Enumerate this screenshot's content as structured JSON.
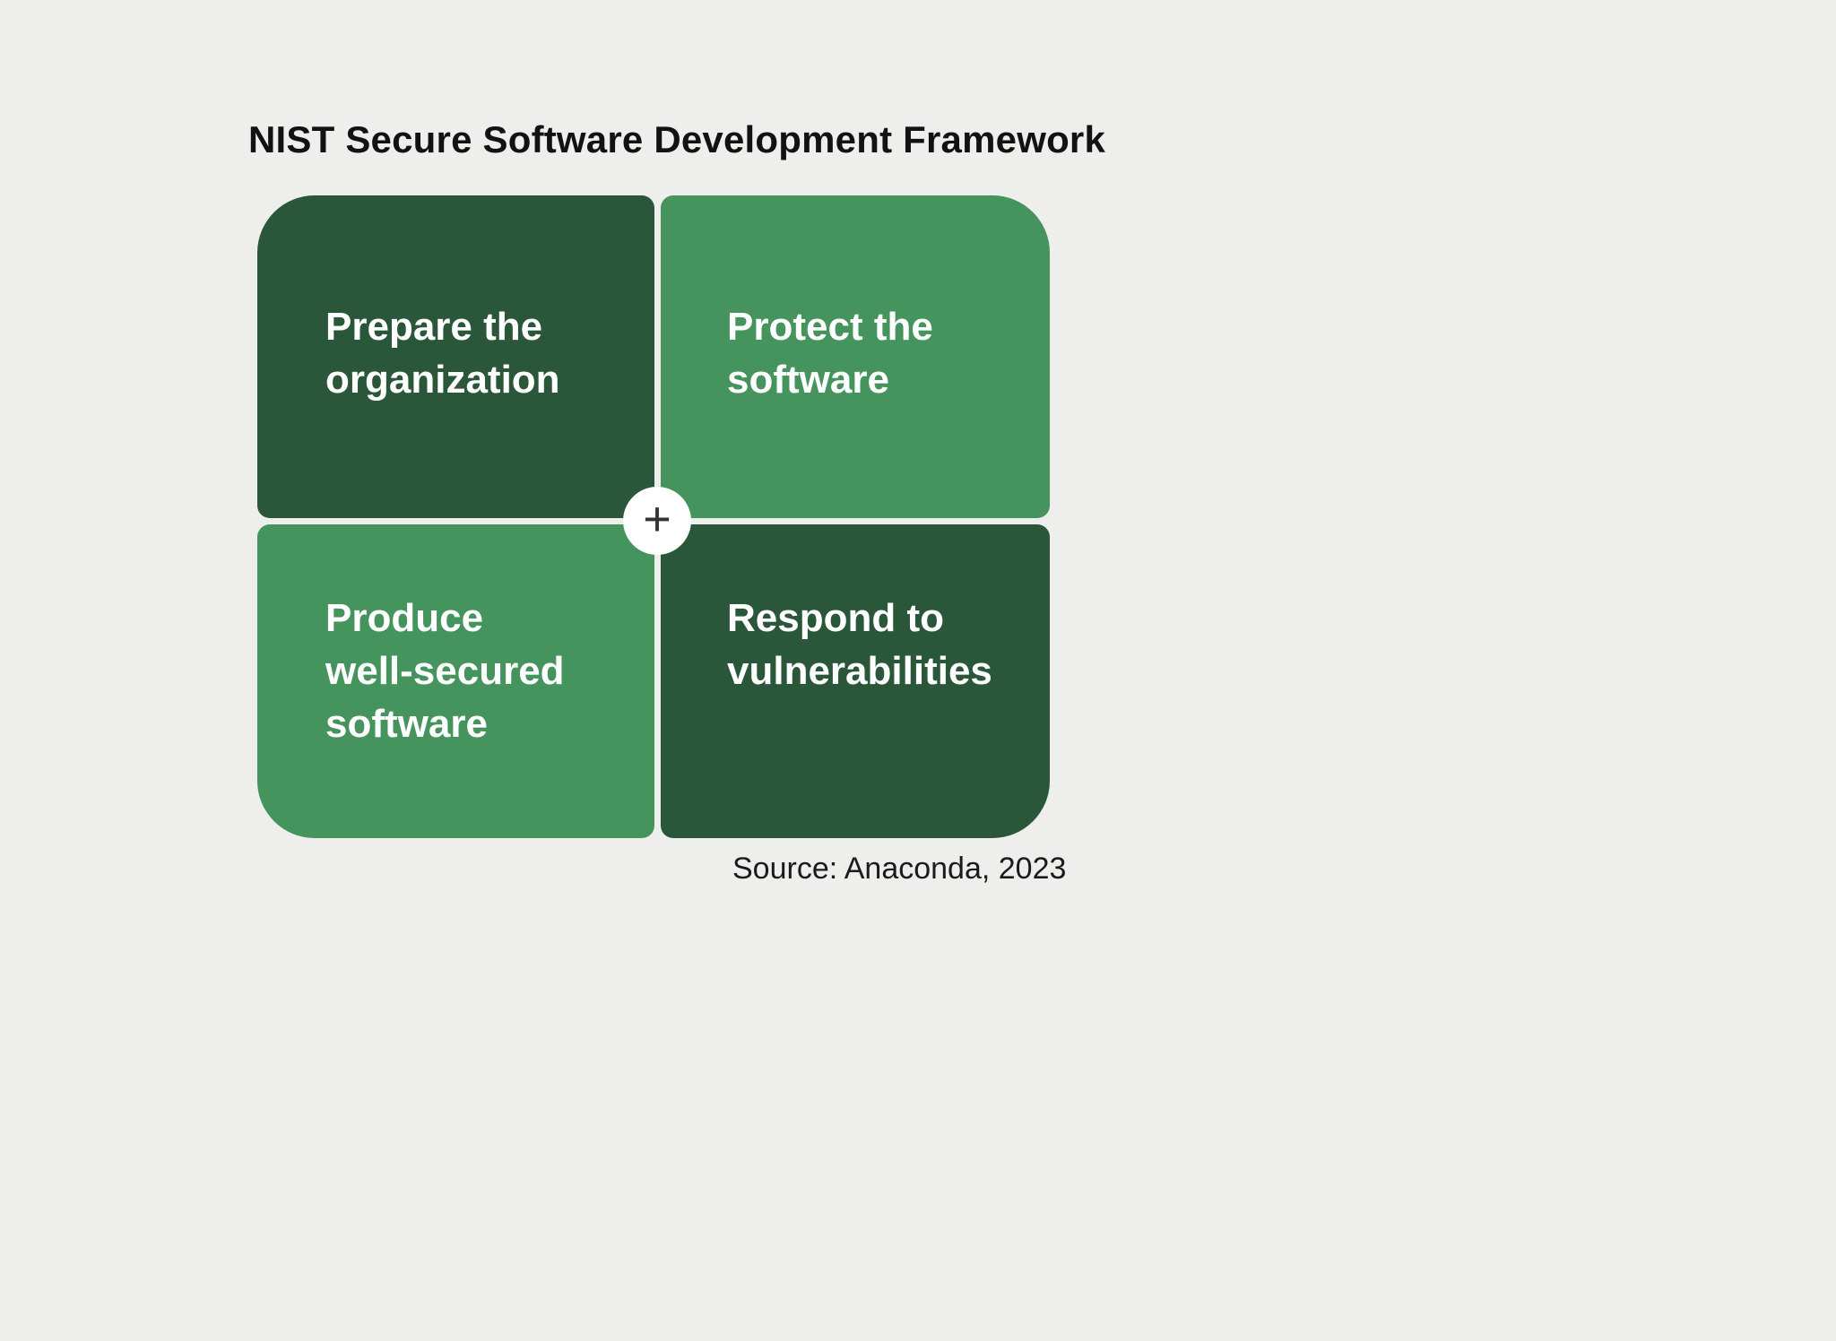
{
  "page": {
    "background": "#EEEEEC"
  },
  "title": "NIST Secure Software Development Framework",
  "quadrants": [
    {
      "id": "prepare-organization",
      "label": "Prepare the\norganization",
      "color": "#2A5639",
      "position": "top-left"
    },
    {
      "id": "protect-software",
      "label": "Protect the\nsoftware",
      "color": "#45945E",
      "position": "top-right"
    },
    {
      "id": "produce-well-secured-software",
      "label": "Produce\nwell-secured\nsoftware",
      "color": "#45945E",
      "position": "bottom-left"
    },
    {
      "id": "respond-vulnerabilities",
      "label": "Respond to\nvulnerabilities",
      "color": "#2A5639",
      "position": "bottom-right"
    }
  ],
  "plus": {
    "symbol": "+",
    "background": "#FFFFFF",
    "color": "#333333"
  },
  "source": "Source: Anaconda, 2023"
}
